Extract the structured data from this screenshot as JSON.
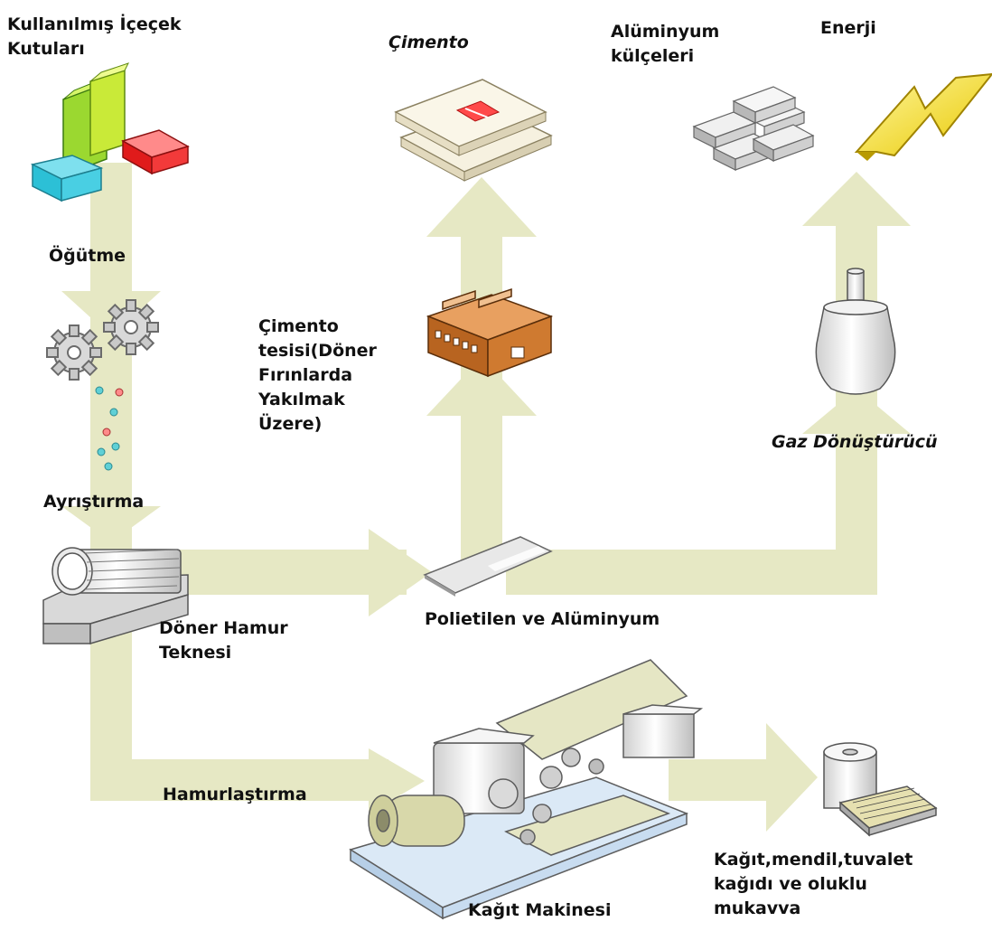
{
  "colors": {
    "arrow": "#e6e8c4",
    "arrow_edge": "#d9dcb0",
    "text": "#111111"
  },
  "labels": {
    "beverage_cartons": "Kullanılmış İçeçek\nKutuları",
    "cement": "Çimento",
    "aluminium_ingots": "Alüminyum\nkülçeleri",
    "energy": "Enerji",
    "grinding": "Öğütme",
    "cement_plant": "Çimento\ntesisi(Döner\nFırınlarda\nYakılmak\nÜzere)",
    "gas_converter": "Gaz Dönüştürücü",
    "separation": "Ayrıştırma",
    "rotary_trough": "Döner Hamur\nTeknesi",
    "pe_aluminium": "Polietilen ve Alüminyum",
    "pulping": "Hamurlaştırma",
    "paper_machine": "Kağıt Makinesi",
    "products": "Kağıt,mendil,tuvalet\nkağıdı ve oluklu\nmukavva"
  },
  "icons": {
    "cartons": "beverage-cartons-icon",
    "cement_bags": "cement-bags-icon",
    "ingots": "aluminium-ingots-icon",
    "lightning": "lightning-icon",
    "gears": "gears-icon",
    "particles": "particles-icon",
    "factory": "factory-icon",
    "converter": "gas-converter-icon",
    "pulper": "rotary-pulper-icon",
    "pe_sheet": "polyethylene-sheet-icon",
    "paper_machine": "paper-machine-icon",
    "paper_products": "paper-products-icon"
  }
}
